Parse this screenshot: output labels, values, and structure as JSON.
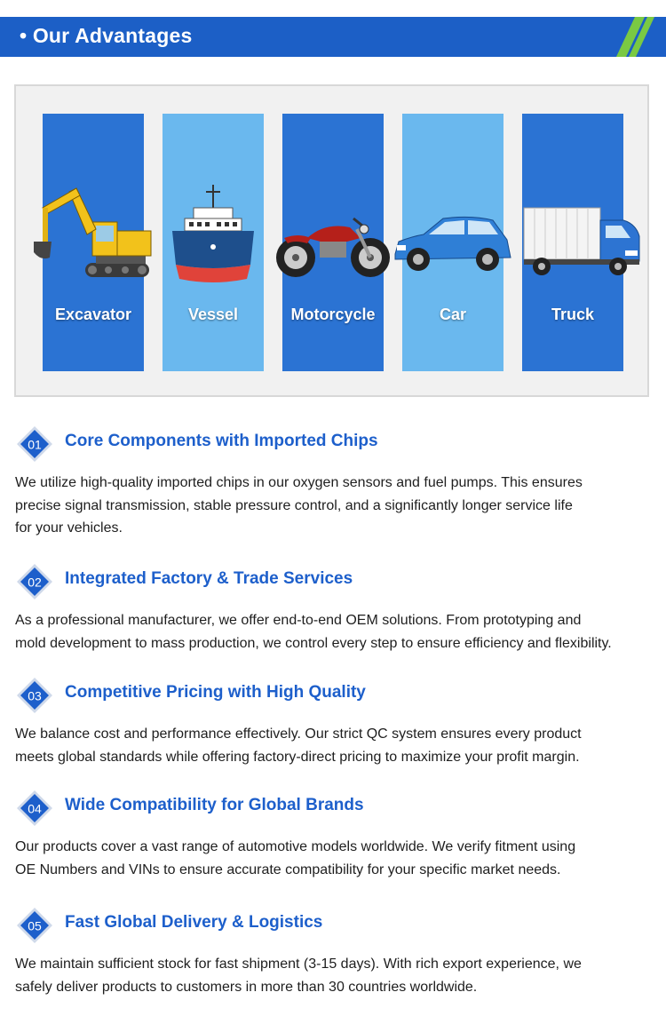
{
  "header": {
    "title": "• Our Advantages"
  },
  "vehicles": [
    {
      "label": "Excavator",
      "icon": "excavator-icon"
    },
    {
      "label": "Vessel",
      "icon": "vessel-icon"
    },
    {
      "label": "Motorcycle",
      "icon": "motorcycle-icon"
    },
    {
      "label": "Car",
      "icon": "car-icon"
    },
    {
      "label": "Truck",
      "icon": "truck-icon"
    }
  ],
  "advantages": [
    {
      "number": "01",
      "title": "Core Components with Imported Chips",
      "lines": [
        "We utilize high-quality imported chips in our oxygen sensors and fuel pumps. This ensures",
        "precise signal transmission, stable pressure control, and a significantly longer service life",
        "for your vehicles."
      ]
    },
    {
      "number": "02",
      "title": "Integrated Factory & Trade Services",
      "lines": [
        "As a professional manufacturer, we offer end-to-end OEM solutions. From prototyping and",
        "mold development to mass production, we control every step to ensure efficiency and flexibility."
      ]
    },
    {
      "number": "03",
      "title": "Competitive Pricing with High Quality",
      "lines": [
        "We balance cost and performance effectively. Our strict QC system ensures every product",
        "meets global standards while offering factory-direct pricing to maximize your profit margin."
      ]
    },
    {
      "number": "04",
      "title": "Wide Compatibility for Global Brands",
      "lines": [
        "Our products cover a vast range of automotive models worldwide. We verify fitment using",
        "OE Numbers and VINs to ensure accurate compatibility for your specific market needs."
      ]
    },
    {
      "number": "05",
      "title": "Fast Global Delivery & Logistics",
      "lines": [
        "We maintain sufficient stock for fast shipment (3-15 days). With rich export experience, we",
        "safely deliver products to customers in more than 30 countries worldwide."
      ]
    }
  ],
  "colors": {
    "brand_blue": "#1c5fc6",
    "accent_green": "#7ac943",
    "card_dark": "#2b73d3",
    "card_light": "#6ab8ee"
  }
}
